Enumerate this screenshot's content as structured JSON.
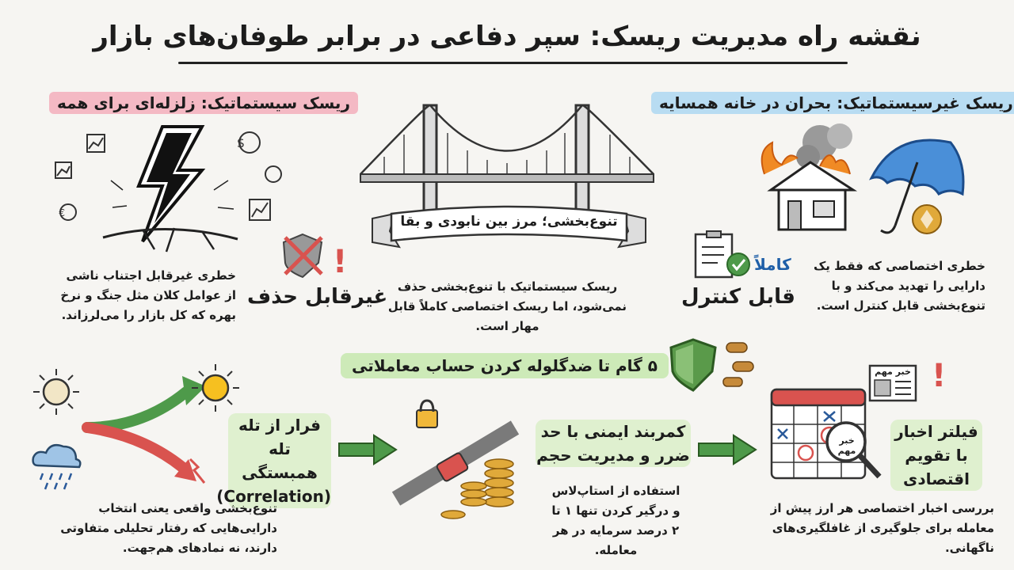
{
  "header": {
    "title": "نقشه راه مدیریت ریسک: سپر دفاعی در برابر طوفان‌های بازار"
  },
  "systematic": {
    "heading": "ریسک سیستماتیک: زلزله‌ای برای همه",
    "badge": "غیرقابل حذف",
    "description": "خطری غیرقابل اجتناب ناشی از عوامل کلان مثل جنگ و نرخ بهره که کل بازار را می‌لرزاند."
  },
  "unsystematic": {
    "heading": "ریسک غیرسیستماتیک: بحران در خانه همسایه",
    "badge_top": "کاملاً",
    "badge": "قابل کنترل",
    "description": "خطری اختصاصی که فقط یک دارایی را تهدید می‌کند و با تنوع‌بخشی قابل کنترل است."
  },
  "bridge": {
    "banner": "تنوع‌بخشی؛ مرز بین نابودی و بقا",
    "description": "ریسک سیستماتیک با تنوع‌بخشی حذف نمی‌شود، اما ریسک اختصاصی کاملاً قابل مهار است."
  },
  "steps": {
    "heading": "۵ گام تا ضدگلوله کردن حساب معاملاتی",
    "news": {
      "label": "فیلتر اخبار با تقویم اقتصادی",
      "description": "بررسی اخبار اختصاصی هر ارز پیش از معامله برای جلوگیری از غافلگیری‌های ناگهانی.",
      "paper_tag": "خبر مهم",
      "magnifier_tag": "خبر مهم"
    },
    "seatbelt": {
      "label": "کمربند ایمنی با حد ضرر و مدیریت حجم",
      "description": "استفاده از استاپ‌لاس و درگیر کردن تنها ۱ تا ۲ درصد سرمایه در هر معامله."
    },
    "correlation": {
      "label": "فرار از تله تله همبستگی",
      "label_en": "(Correlation)",
      "description": "تنوع‌بخشی واقعی یعنی انتخاب دارایی‌هایی که رفتار تحلیلی متفاوتی دارند، نه نمادهای هم‌جهت."
    }
  },
  "colors": {
    "pink": "#f4b9c4",
    "blue": "#b8dcf2",
    "green": "#cdeab8",
    "arrow_green": "#4e9a4a",
    "arrow_red": "#d9534f",
    "fire": "#f08a24",
    "coin": "#e0a93a"
  }
}
